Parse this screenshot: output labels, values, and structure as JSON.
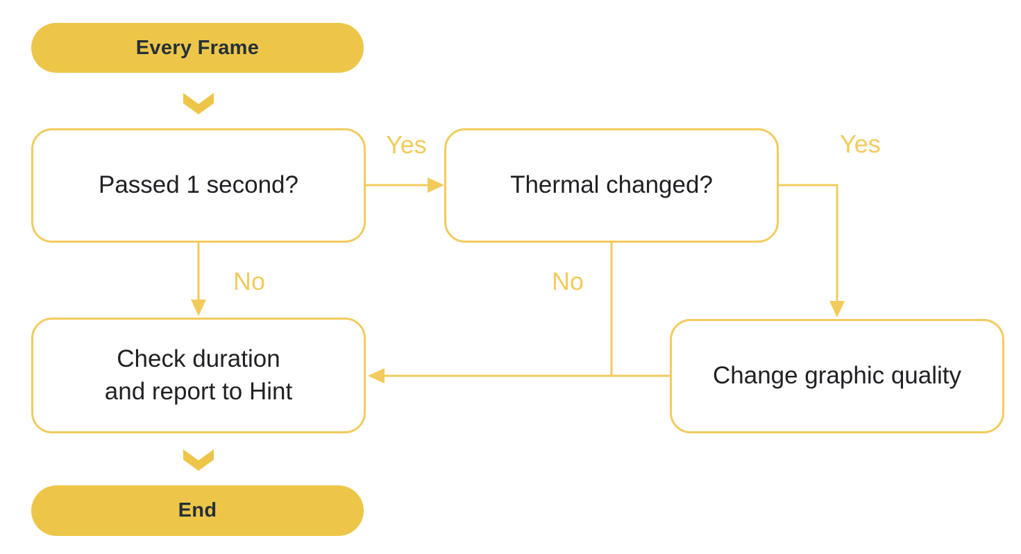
{
  "colors": {
    "background": "#ffffff",
    "accent_fill": "#edc649",
    "accent_line": "#f2cb5c",
    "pill_text": "#262f38",
    "node_text": "#202124"
  },
  "nodes": {
    "start": {
      "label": "Every Frame"
    },
    "passed_1_second": {
      "label": "Passed 1 second?"
    },
    "thermal_changed": {
      "label": "Thermal changed?"
    },
    "check_duration": {
      "label": "Check duration\nand report to Hint"
    },
    "change_graphic_quality": {
      "label": "Change graphic quality"
    },
    "end": {
      "label": "End"
    }
  },
  "edges": {
    "passed_yes": {
      "label": "Yes"
    },
    "thermal_yes": {
      "label": "Yes"
    },
    "passed_no": {
      "label": "No"
    },
    "thermal_no": {
      "label": "No"
    }
  }
}
